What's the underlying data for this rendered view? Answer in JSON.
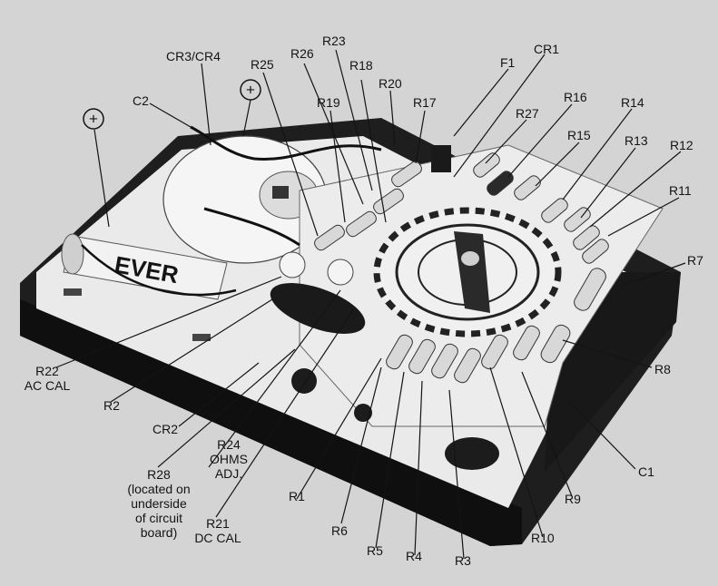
{
  "labels": {
    "cr3_cr4": "CR3/CR4",
    "c2": "C2",
    "r25": "R25",
    "r26": "R26",
    "r23": "R23",
    "r18": "R18",
    "r19": "R19",
    "r20": "R20",
    "r17": "R17",
    "f1": "F1",
    "cr1": "CR1",
    "r27": "R27",
    "r16": "R16",
    "r15": "R15",
    "r14": "R14",
    "r13": "R13",
    "r12": "R12",
    "r11": "R11",
    "r7": "R7",
    "r8": "R8",
    "c1": "C1",
    "r9": "R9",
    "r10": "R10",
    "r3": "R3",
    "r4": "R4",
    "r5": "R5",
    "r6": "R6",
    "r1": "R1",
    "r21": [
      "R21",
      "DC CAL"
    ],
    "r28": [
      "R28",
      "(located on",
      "underside",
      "of circuit",
      "board)"
    ],
    "r24": [
      "R24",
      "OHMS",
      "ADJ."
    ],
    "cr2": "CR2",
    "r2": "R2",
    "r22": [
      "R22",
      "AC CAL"
    ],
    "plus": "+"
  }
}
